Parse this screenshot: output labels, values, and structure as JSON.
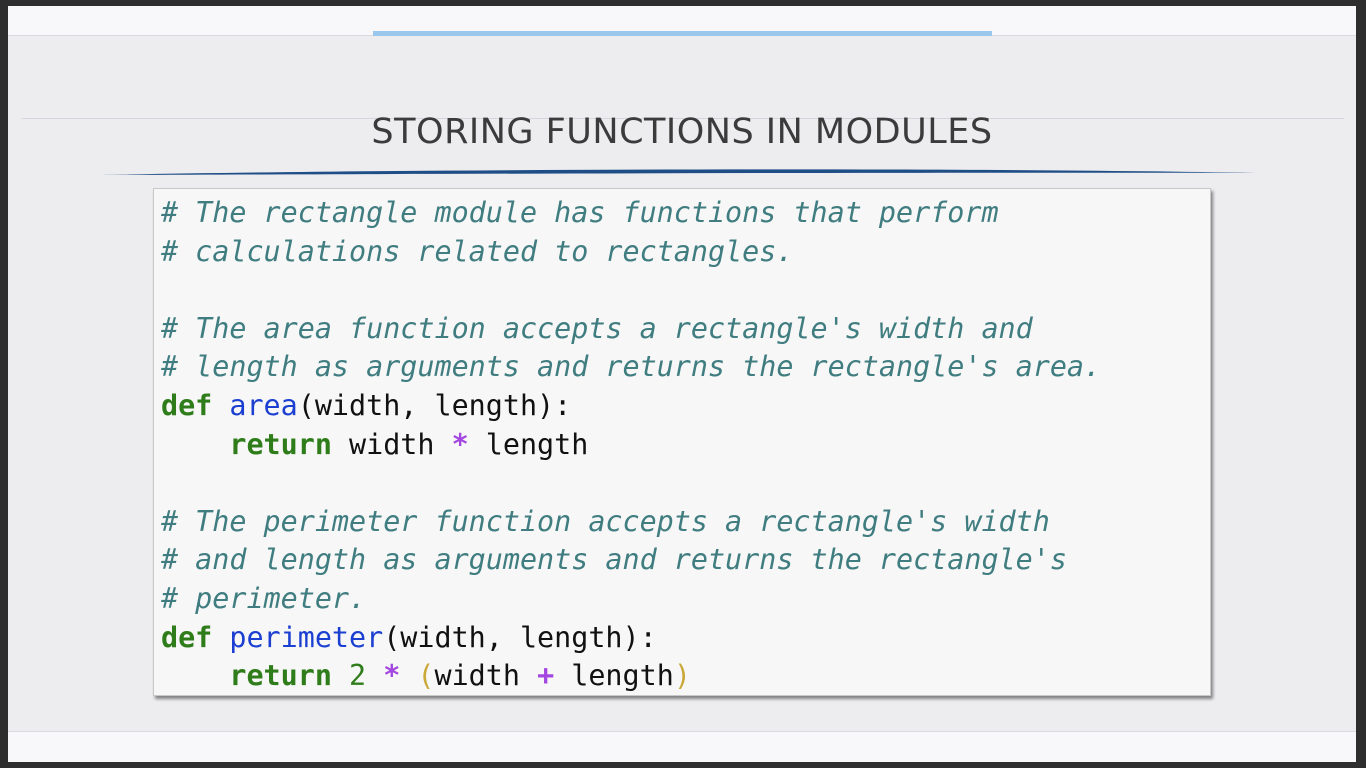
{
  "slide": {
    "title": "STORING FUNCTIONS IN MODULES"
  },
  "colors": {
    "background": "#ededf0",
    "title_text": "#3b3b3b",
    "top_accent": "#9cc7ec",
    "swoosh": "#1f4e86",
    "code_background": "#f7f7f7",
    "comment": "#407d80",
    "keyword": "#2f7d1a",
    "function_name": "#1b3fd1",
    "operator": "#a447e0",
    "paren_alt": "#caa93a"
  },
  "code": {
    "language": "python",
    "lines": [
      [
        {
          "t": "comment",
          "v": "# The rectangle module has functions that perform"
        }
      ],
      [
        {
          "t": "comment",
          "v": "# calculations related to rectangles."
        }
      ],
      [],
      [
        {
          "t": "comment",
          "v": "# The area function accepts a rectangle's width and"
        }
      ],
      [
        {
          "t": "comment",
          "v": "# length as arguments and returns the rectangle's area."
        }
      ],
      [
        {
          "t": "keyword",
          "v": "def"
        },
        {
          "t": "text",
          "v": " "
        },
        {
          "t": "funcname",
          "v": "area"
        },
        {
          "t": "text",
          "v": "(width, length):"
        }
      ],
      [
        {
          "t": "text",
          "v": "    "
        },
        {
          "t": "keyword",
          "v": "return"
        },
        {
          "t": "text",
          "v": " width "
        },
        {
          "t": "operator",
          "v": "*"
        },
        {
          "t": "text",
          "v": " length"
        }
      ],
      [],
      [
        {
          "t": "comment",
          "v": "# The perimeter function accepts a rectangle's width"
        }
      ],
      [
        {
          "t": "comment",
          "v": "# and length as arguments and returns the rectangle's"
        }
      ],
      [
        {
          "t": "comment",
          "v": "# perimeter."
        }
      ],
      [
        {
          "t": "keyword",
          "v": "def"
        },
        {
          "t": "text",
          "v": " "
        },
        {
          "t": "funcname",
          "v": "perimeter"
        },
        {
          "t": "text",
          "v": "(width, length):"
        }
      ],
      [
        {
          "t": "text",
          "v": "    "
        },
        {
          "t": "keyword",
          "v": "return"
        },
        {
          "t": "text",
          "v": " "
        },
        {
          "t": "number",
          "v": "2"
        },
        {
          "t": "text",
          "v": " "
        },
        {
          "t": "operator",
          "v": "*"
        },
        {
          "t": "text",
          "v": " "
        },
        {
          "t": "paren-alt",
          "v": "("
        },
        {
          "t": "text",
          "v": "width "
        },
        {
          "t": "operator",
          "v": "+"
        },
        {
          "t": "text",
          "v": " length"
        },
        {
          "t": "paren-alt",
          "v": ")"
        }
      ]
    ]
  }
}
